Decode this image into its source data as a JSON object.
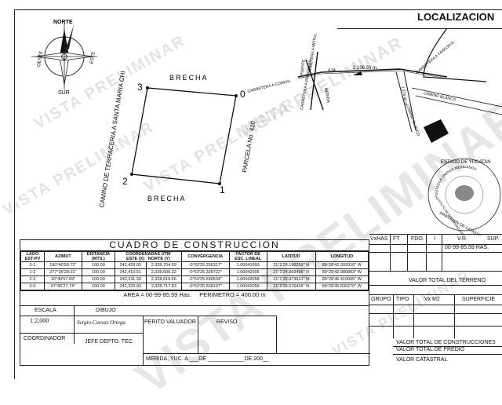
{
  "header": {
    "localizacion": "LOCALIZACION"
  },
  "compass": {
    "north": "NORTE",
    "south": "SUR",
    "east": "ESTE",
    "west": "OESTE"
  },
  "plot": {
    "top": "BRECHA",
    "bottom": "BRECHA",
    "left": "CAMINO DE TERRACERIA A SANTA MARIA CHI",
    "right": "PARCELA No. 410",
    "vertices": [
      "0",
      "1",
      "2",
      "3"
    ]
  },
  "location_map": {
    "road_conkal": "CARRETERA A CONKAL",
    "puente": "PUENTE",
    "road_motul": "CARRETERA A MOTUL",
    "road_progreso": "CARRETERA A PROGRESO",
    "road_merida": "MERIDA",
    "distance1": "2,136.93 m.",
    "distance2": "1,274.40 m.",
    "dist_small": "4.34",
    "road_yaxkukul": "CARRETERA A YAXKUKUL",
    "camino_blanco": "CAMINO BLANCO",
    "camino_blanco2": "CAMINO BLANCO"
  },
  "seal": {
    "top": "ESTADO DE YUCATAN",
    "arc": "ESTADOS UNIDOS MEXICANOS",
    "line1": "DIRECCION DE CATASTRO",
    "line2": "INSTITUTO DE SEGURIDAD JURIDICA PATRIMONIAL"
  },
  "construction_table": {
    "title": "CUADRO DE CONSTRUCCION",
    "headers": [
      "LADO EST-PV",
      "AZIMUT",
      "DISTANCIA (MTS.)",
      "COORDENADAS UTM ESTE (X) / NORTE (Y)",
      "CONVERGENCIA",
      "FACTOR DE ESC. LINEAL",
      "LATITUD",
      "LONGITUD"
    ],
    "h_lado": "LADO",
    "h_estpv": "EST-PV",
    "h_azimut": "AZIMUT",
    "h_dist": "DISTANCIA",
    "h_dist_u": "(MTS.)",
    "h_coord": "COORDENADAS UTM",
    "h_este": "ESTE (X)",
    "h_norte": "NORTE (Y)",
    "h_conv": "CONVERGENCIA",
    "h_factor": "FACTOR DE",
    "h_factor2": "ESC. LINEAL",
    "h_lat": "LATITUD",
    "h_lon": "LONGITUD",
    "rows": [
      {
        "lado": "0-1",
        "azimut": "190°40'59.72\"",
        "dist": "100.00",
        "este": "242,429.05",
        "norte": "2,328,704.59",
        "conv": "-0°53'25.256317\"",
        "factor": "1.00041993",
        "lat": "21°2'28.196259\" N",
        "lon": "89°28'42.392016\" W"
      },
      {
        "lado": "1-2",
        "azimut": "277°36'28.01\"",
        "dist": "100.00",
        "este": "242,410.51",
        "norte": "2,328,606.32",
        "conv": "-0°53'25.338722\"",
        "factor": "1.00042005",
        "lat": "21°2'24.993456\" N",
        "lon": "89°28'42.980883\" W"
      },
      {
        "lado": "2-3",
        "azimut": "10°40'57.69\"",
        "dist": "100.00",
        "este": "242,311.39",
        "norte": "2,328,619.56",
        "conv": "-0°53'25.590534\"",
        "factor": "1.00042058",
        "lat": "21°2'25.373621\" N",
        "lon": "89°28'46.419065\" W"
      },
      {
        "lado": "3-0",
        "azimut": "97°36'27.74\"",
        "dist": "100.00",
        "este": "242,329.93",
        "norte": "2,328,717.83",
        "conv": "-0°53'25.508197\"",
        "factor": "1.00042058",
        "lat": "21°2'28.576426\" N",
        "lon": "89°28'45.830270\" W"
      }
    ],
    "area": "AREA = 00-99-85.59 Has.",
    "perimetro": "PERIMETRO = 400.00 m"
  },
  "info": {
    "escala_label": "ESCALA",
    "escala_value": "1:2,000",
    "dibujo_label": "DIBUJO",
    "dibujo_value": "Sergio Cuevas Ortega",
    "perito_label": "PERITO VALUADOR",
    "reviso_label": "REVISO",
    "coordinador_label": "COORDINADOR",
    "jefe_label": "JEFE DEPTO. TEC.",
    "merida": "MERIDA, YUC. A ___DE ____________DE 200__"
  },
  "valuation": {
    "headers": [
      "VxHAS",
      "FT",
      "FDO.",
      "I",
      "V.R.",
      "SUP."
    ],
    "sup_value": "00-99-85.59 HAS.",
    "valor_terreno": "VALOR TOTAL DEL TERRENO",
    "c_headers": [
      "GRUPO",
      "TIPO",
      "Vx M2",
      "SUPERFICIE"
    ],
    "valor_construcciones": "VALOR TOTAL DE CONSTRUCCIONES",
    "valor_predio": "VALOR TOTAL DE PREDIO",
    "valor_catastral": "VALOR CATASTRAL"
  },
  "watermark": "VISTA PRELIMINAR"
}
